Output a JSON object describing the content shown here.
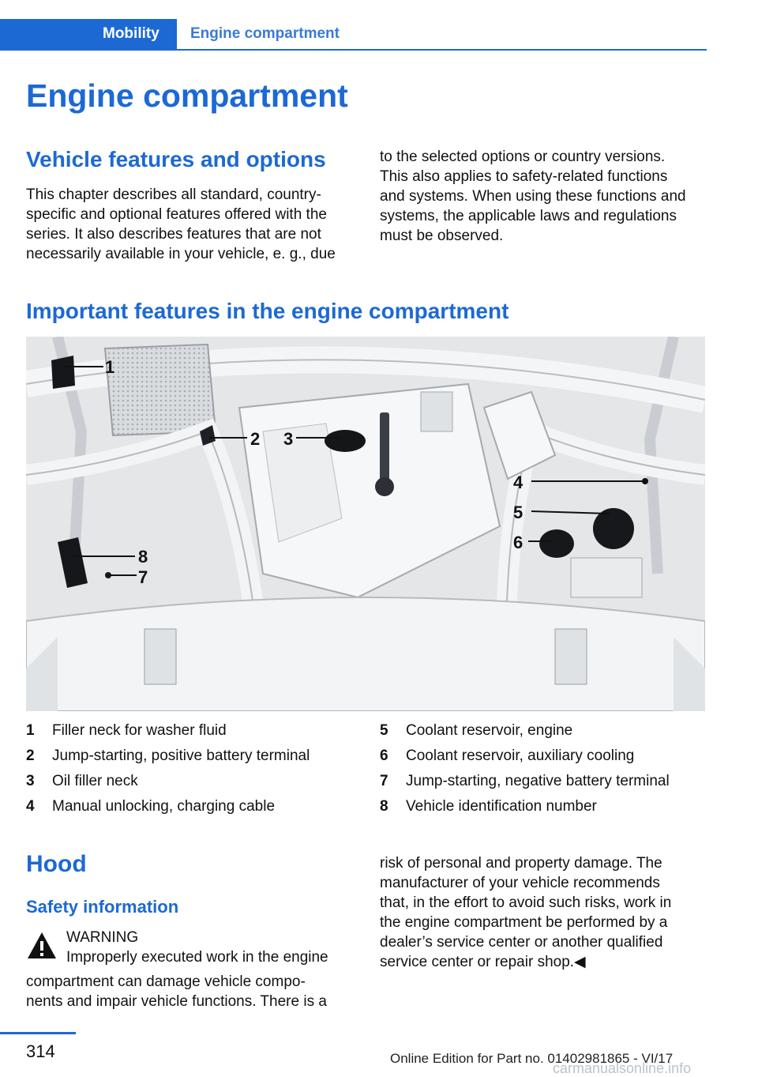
{
  "header": {
    "section": "Mobility",
    "subsection": "Engine compartment"
  },
  "page_title": "Engine compartment",
  "vehicle_features": {
    "heading": "Vehicle features and options",
    "col1_lines": [
      "This chapter describes all standard, country-",
      "specific and optional features offered with the",
      "series. It also describes features that are not",
      "necessarily available in your vehicle, e. g., due"
    ],
    "col2_lines": [
      "to the selected options or country versions.",
      "This also applies to safety-related functions",
      "and systems. When using these functions and",
      "systems, the applicable laws and regulations",
      "must be observed."
    ]
  },
  "important_features": {
    "heading": "Important features in the engine compartment",
    "callouts": [
      "1",
      "2",
      "3",
      "4",
      "5",
      "6",
      "7",
      "8"
    ],
    "legend": [
      {
        "num": "1",
        "text": "Filler neck for washer fluid"
      },
      {
        "num": "2",
        "text": "Jump-starting, positive battery terminal"
      },
      {
        "num": "3",
        "text": "Oil filler neck"
      },
      {
        "num": "4",
        "text": "Manual unlocking, charging cable"
      },
      {
        "num": "5",
        "text": "Coolant reservoir, engine"
      },
      {
        "num": "6",
        "text": "Coolant reservoir, auxiliary cooling"
      },
      {
        "num": "7",
        "text": "Jump-starting, negative battery terminal"
      },
      {
        "num": "8",
        "text": "Vehicle identification number"
      }
    ]
  },
  "hood": {
    "heading": "Hood",
    "safety_heading": "Safety information",
    "warning_label": "WARNING",
    "warning_line1": "Improperly executed work in the engine",
    "col1_lines": [
      "compartment can damage vehicle compo-",
      "nents and impair vehicle functions. There is a"
    ],
    "col2_lines": [
      "risk of personal and property damage. The",
      "manufacturer of your vehicle recommends",
      "that, in the effort to avoid such risks, work in",
      "the engine compartment be performed by a",
      "dealer’s service center or another qualified",
      "service center or repair shop.◀"
    ]
  },
  "footer": {
    "page_number": "314",
    "edition": "Online Edition for Part no. 01402981865 - VI/17",
    "watermark": "carmanualsonline.info"
  },
  "colors": {
    "accent": "#1c69d4"
  }
}
